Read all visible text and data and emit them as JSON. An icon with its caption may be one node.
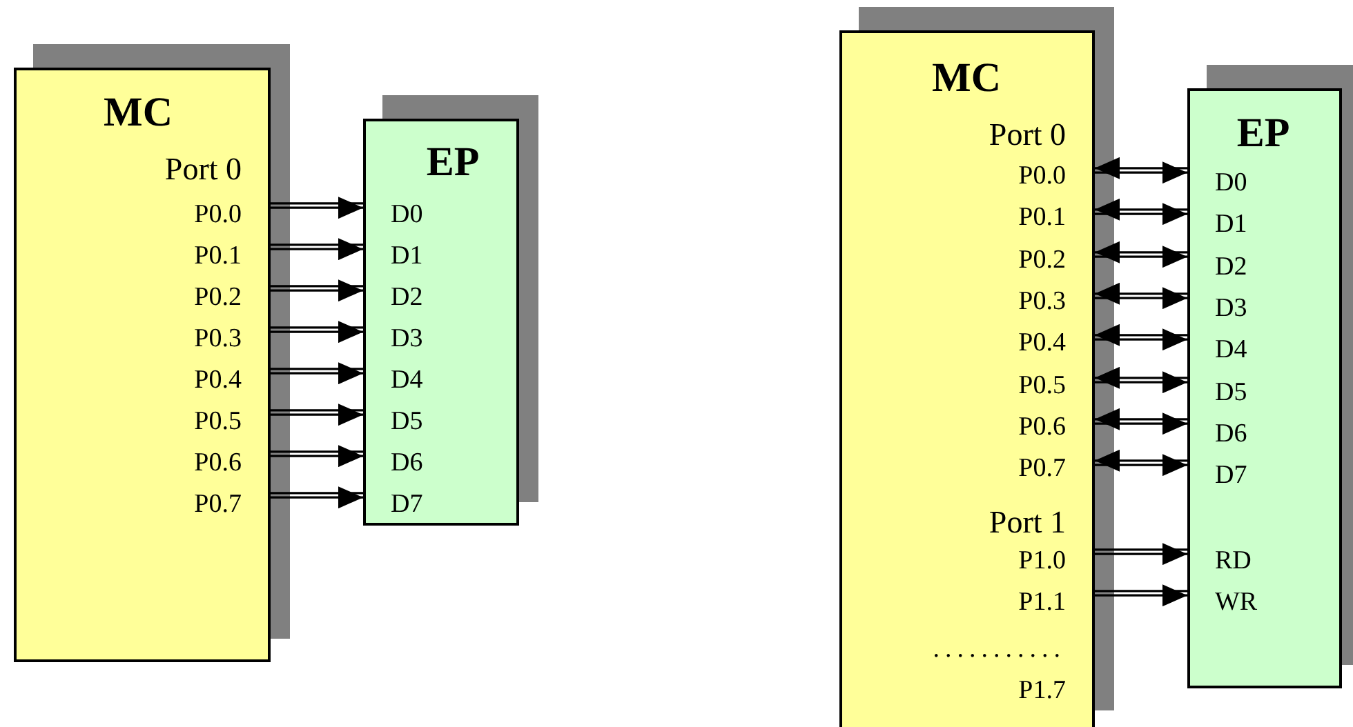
{
  "diagram": {
    "nodes": [
      {
        "text": [
          "MC",
          "Port 0"
        ]
      },
      {
        "text": [
          "P0.0"
        ],
        "in": 0
      },
      {
        "text": [
          "P0.1"
        ],
        "in": 0
      },
      {
        "text": [
          "P0.2"
        ],
        "in": 0
      },
      {
        "text": [
          "P0.3"
        ],
        "in": 0
      },
      {
        "text": [
          "P0.4"
        ],
        "in": 0
      },
      {
        "text": [
          "P0.5"
        ],
        "in": 0
      },
      {
        "text": [
          "P0.6"
        ],
        "in": 0
      },
      {
        "text": [
          "P0.7"
        ],
        "in": 0
      },
      {
        "text": [
          "EP"
        ]
      },
      {
        "text": [
          "D0"
        ],
        "in": 9
      },
      {
        "text": [
          "D1"
        ],
        "in": 9
      },
      {
        "text": [
          "D2"
        ],
        "in": 9
      },
      {
        "text": [
          "D3"
        ],
        "in": 9
      },
      {
        "text": [
          "D4"
        ],
        "in": 9
      },
      {
        "text": [
          "D5"
        ],
        "in": 9
      },
      {
        "text": [
          "D6"
        ],
        "in": 9
      },
      {
        "text": [
          "D7"
        ],
        "in": 9
      },
      {
        "text": [
          "MC",
          "Port 0",
          "Port 1",
          "...........",
          "P1.7"
        ]
      },
      {
        "text": [
          "P0.0"
        ],
        "in": 18
      },
      {
        "text": [
          "P0.1"
        ],
        "in": 18
      },
      {
        "text": [
          "P0.2"
        ],
        "in": 18
      },
      {
        "text": [
          "P0.3"
        ],
        "in": 18
      },
      {
        "text": [
          "P0.4"
        ],
        "in": 18
      },
      {
        "text": [
          "P0.5"
        ],
        "in": 18
      },
      {
        "text": [
          "P0.6"
        ],
        "in": 18
      },
      {
        "text": [
          "P0.7"
        ],
        "in": 18
      },
      {
        "text": [
          "P1.0"
        ],
        "in": 18
      },
      {
        "text": [
          "P1.1"
        ],
        "in": 18
      },
      {
        "text": [
          "EP"
        ]
      },
      {
        "text": [
          "D0"
        ],
        "in": 29
      },
      {
        "text": [
          "D1"
        ],
        "in": 29
      },
      {
        "text": [
          "D2"
        ],
        "in": 29
      },
      {
        "text": [
          "D3"
        ],
        "in": 29
      },
      {
        "text": [
          "D4"
        ],
        "in": 29
      },
      {
        "text": [
          "D5"
        ],
        "in": 29
      },
      {
        "text": [
          "D6"
        ],
        "in": 29
      },
      {
        "text": [
          "D7"
        ],
        "in": 29
      },
      {
        "text": [
          "RD"
        ],
        "in": 29
      },
      {
        "text": [
          "WR"
        ],
        "in": 29
      }
    ],
    "edges": [
      {
        "from": 1,
        "to": 10,
        "arrow": "to"
      },
      {
        "from": 2,
        "to": 11,
        "arrow": "to"
      },
      {
        "from": 3,
        "to": 12,
        "arrow": "to"
      },
      {
        "from": 4,
        "to": 13,
        "arrow": "to"
      },
      {
        "from": 5,
        "to": 14,
        "arrow": "to"
      },
      {
        "from": 6,
        "to": 15,
        "arrow": "to"
      },
      {
        "from": 7,
        "to": 16,
        "arrow": "to"
      },
      {
        "from": 8,
        "to": 17,
        "arrow": "to"
      },
      {
        "from": 19,
        "to": 30,
        "arrow": "both"
      },
      {
        "from": 20,
        "to": 31,
        "arrow": "both"
      },
      {
        "from": 21,
        "to": 32,
        "arrow": "both"
      },
      {
        "from": 22,
        "to": 33,
        "arrow": "both"
      },
      {
        "from": 23,
        "to": 34,
        "arrow": "both"
      },
      {
        "from": 24,
        "to": 35,
        "arrow": "both"
      },
      {
        "from": 25,
        "to": 36,
        "arrow": "both"
      },
      {
        "from": 26,
        "to": 37,
        "arrow": "both"
      },
      {
        "from": 27,
        "to": 38,
        "arrow": "to"
      },
      {
        "from": 28,
        "to": 39,
        "arrow": "to"
      }
    ]
  }
}
